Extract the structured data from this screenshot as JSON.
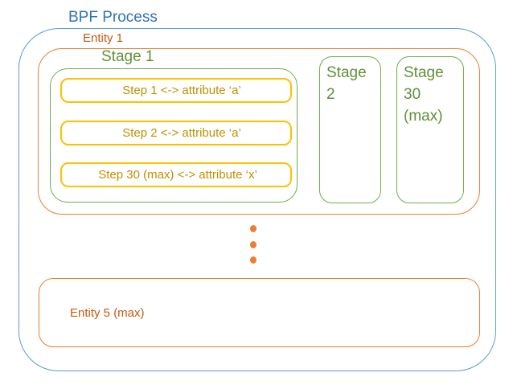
{
  "diagram": {
    "title": "BPF Process",
    "entity1": {
      "label": "Entity 1"
    },
    "stage1": {
      "label": "Stage 1",
      "steps": [
        "Step 1 <-> attribute ‘a’",
        "Step 2 <-> attribute ‘a’",
        "Step 30 (max) <-> attribute ‘x’"
      ]
    },
    "stage2": {
      "label": "Stage\n2"
    },
    "stage30": {
      "label": "Stage\n30\n(max)"
    },
    "ellipsis_dot_count": 3,
    "entity5": {
      "label": "Entity 5 (max)"
    }
  },
  "colors": {
    "blue_border": "#5B9BD5",
    "title_text": "#2E75B6",
    "orange_border": "#ED7D31",
    "entity_text": "#C55A11",
    "green_border": "#70AD47",
    "stage_text": "#609139",
    "gold_border": "#FFC000",
    "step_text": "#BF9000",
    "dot_color": "#ED7D31"
  }
}
